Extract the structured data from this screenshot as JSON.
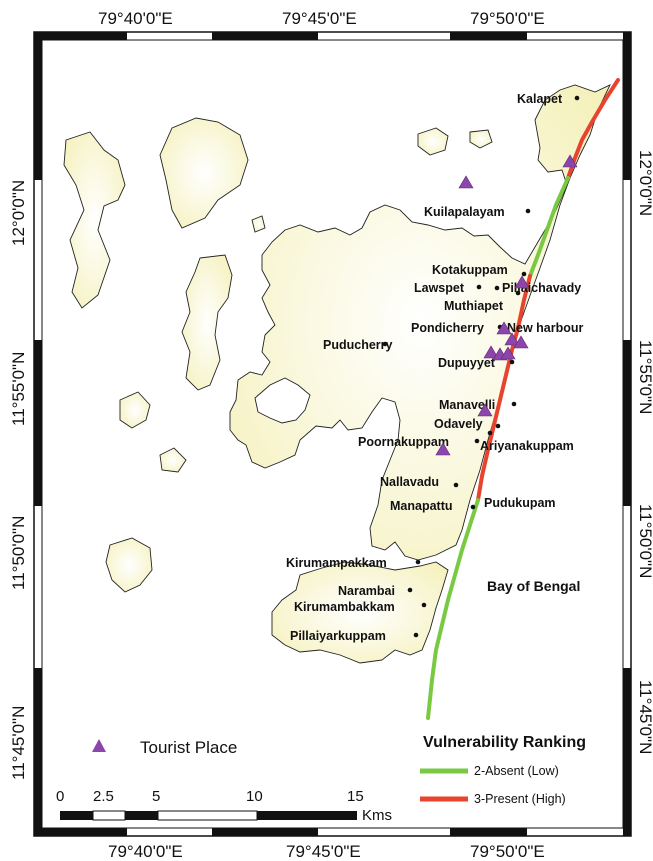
{
  "coordinates": {
    "top": [
      "79°40'0\"E",
      "79°45'0\"E",
      "79°50'0\"E"
    ],
    "bottom": [
      "79°40'0\"E",
      "79°45'0\"E",
      "79°50'0\"E"
    ],
    "left": [
      "12°0'0\"N",
      "11°55'0\"N",
      "11°50'0\"N",
      "11°45'0\"N"
    ],
    "right": [
      "12°0'0\"N",
      "11°55'0\"N",
      "11°50'0\"N",
      "11°45'0\"N"
    ]
  },
  "places": [
    "Kalapet",
    "Kuilapalayam",
    "Kotakuppam",
    "Lawspet",
    "Pillaichavady",
    "Muthiapet",
    "Pondicherry",
    "New harbour",
    "Puducherry",
    "Dupuyyet",
    "Manavelli",
    "Odavely",
    "Poornakuppam",
    "Ariyanakuppam",
    "Nallavadu",
    "Manapattu",
    "Pudukupam",
    "Kirumampakkam",
    "Narambai",
    "Kirumambakkam",
    "Pillaiyarkuppam"
  ],
  "sea_label": "Bay of Bengal",
  "legend": {
    "tourist_label": "Tourist Place",
    "title": "Vulnerability Ranking",
    "items": [
      {
        "label": "2-Absent (Low)",
        "color": "#7ac943"
      },
      {
        "label": "3-Present (High)",
        "color": "#e8432e"
      }
    ]
  },
  "scale": {
    "ticks": [
      "0",
      "2.5",
      "5",
      "10",
      "15"
    ],
    "unit": "Kms"
  },
  "colors": {
    "land_fill": "#f8f5c9",
    "tourist_marker": "#8e44ad"
  }
}
